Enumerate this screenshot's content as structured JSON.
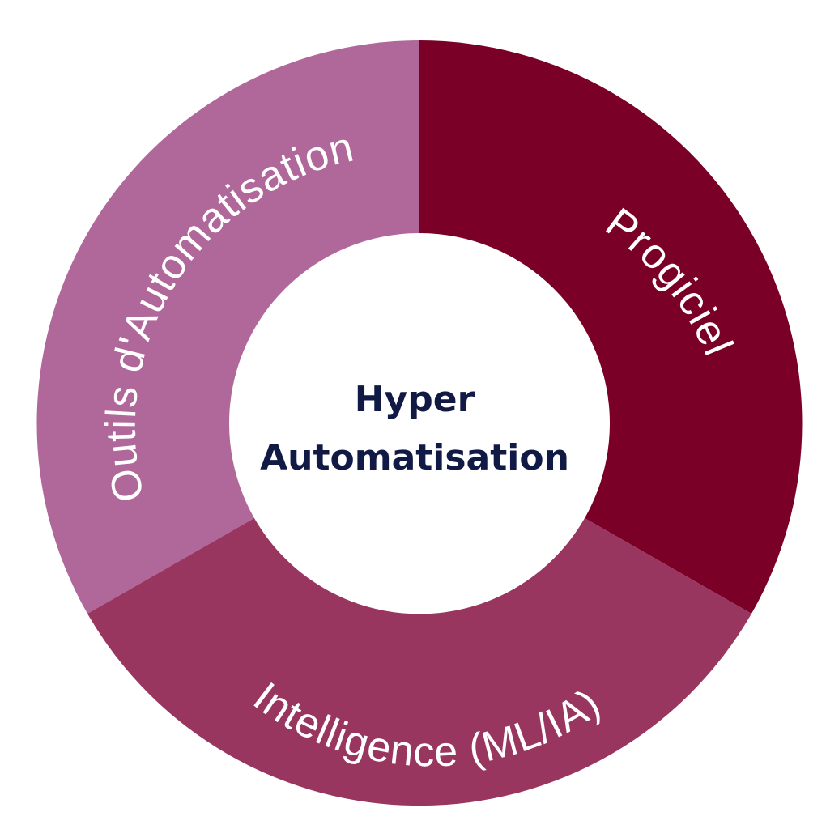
{
  "center": {
    "line1": "Hyper",
    "line2": "Automatisation",
    "text_color": "#101a45"
  },
  "segments": [
    {
      "label": "Outils d'Automatisation",
      "color": "#b0679a",
      "text_color": "#ffffff"
    },
    {
      "label": "Progiciel",
      "color": "#7a0028",
      "text_color": "#ffffff"
    },
    {
      "label": "Intelligence (ML/IA)",
      "color": "#993660",
      "text_color": "#ffffff"
    }
  ]
}
